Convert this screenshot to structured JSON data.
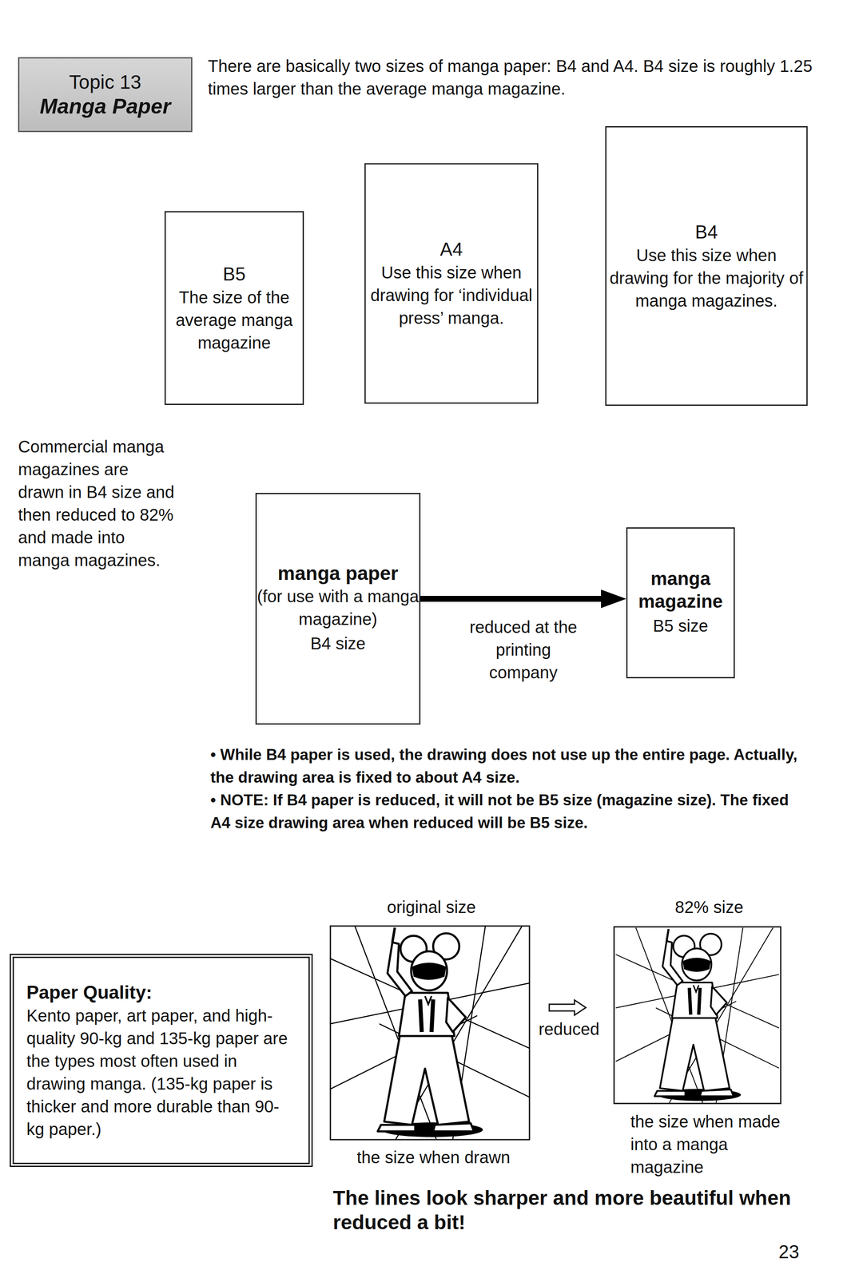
{
  "diagram": {
    "nodes": [
      {
        "text": [
          "Topic 13",
          "Manga Paper"
        ]
      },
      {
        "text": [
          "B5",
          "The size of the average manga magazine"
        ]
      },
      {
        "text": [
          "A4",
          "Use this size when drawing for ‘individual press’ manga."
        ]
      },
      {
        "text": [
          "B4",
          "Use this size when drawing for the majority of manga magazines."
        ]
      },
      {
        "text": [
          "manga paper",
          "(for use with a manga magazine)",
          "B4 size"
        ]
      },
      {
        "text": [
          "manga magazine",
          "B5 size"
        ]
      },
      {
        "text": [
          "Paper Quality:",
          "Kento paper, art paper, and high-quality 90-kg and 135-kg paper are the types most often used in drawing manga. (135-kg paper is thicker and more durable than 90-kg paper.)"
        ]
      }
    ],
    "edges": [
      {
        "from": 4,
        "to": 5,
        "arrow": "to",
        "label": "reduced at the printing company"
      }
    ],
    "labels": [
      "There are basically two sizes of manga paper: B4 and A4. B4 size is roughly 1.25 times larger than the average manga magazine.",
      "Commercial manga magazines are drawn in B4 size and then reduced to 82% and made into manga magazines.",
      "• While B4 paper is used, the drawing does not use up the entire page. Actually, the drawing area is fixed to about A4 size.",
      "• NOTE: If B4 paper is reduced, it will not be B5 size (magazine size). The fixed A4 size drawing area when reduced will be B5 size.",
      "original size",
      "82% size",
      "reduced",
      "the size when drawn",
      "the size when made into a manga magazine",
      "The lines look sharper and more beautiful when reduced a bit!",
      "23"
    ]
  }
}
